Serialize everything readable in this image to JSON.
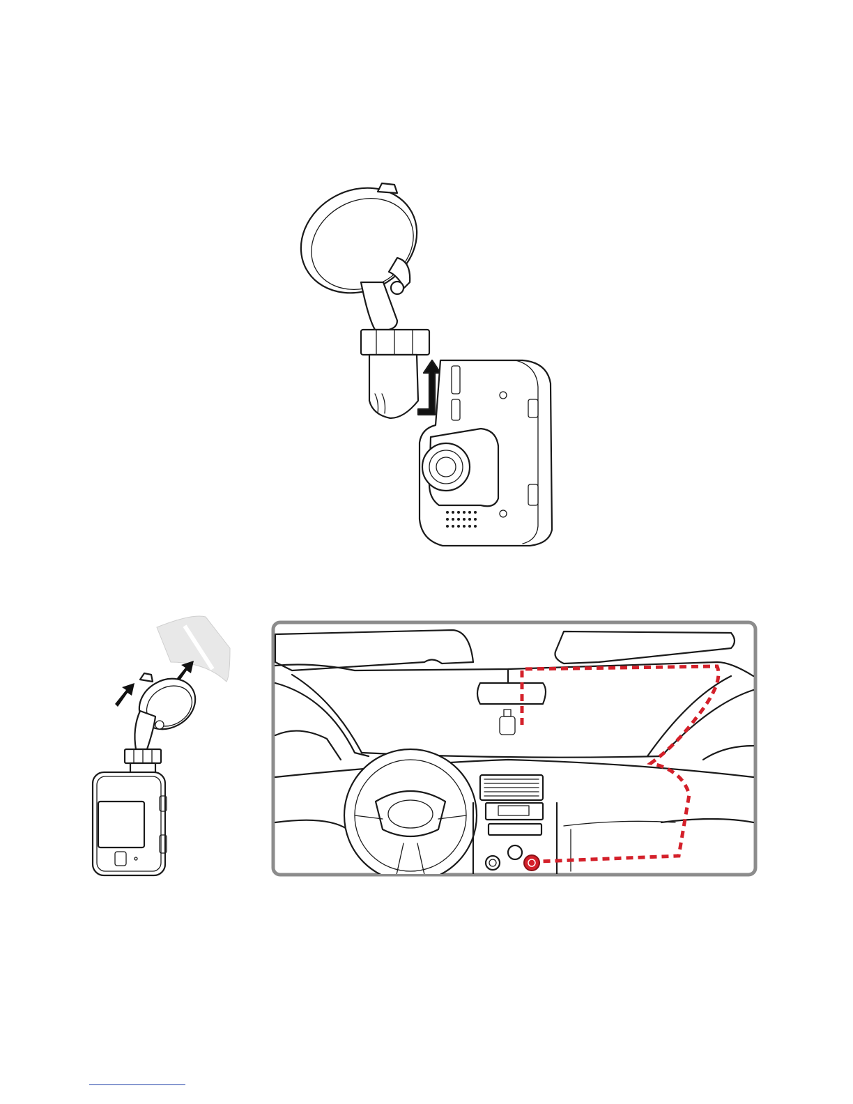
{
  "page": {
    "background": "#ffffff"
  },
  "figures": [
    {
      "name": "camera-attach-to-mount",
      "icon": "arrow-up-icon"
    },
    {
      "name": "mount-press-to-windshield",
      "icon": "arrow-diagonal-icon"
    },
    {
      "name": "cable-routing-in-car"
    }
  ],
  "colors": {
    "line": "#1a1a1a",
    "route": "#d4202a",
    "frame": "#8c8c8c",
    "footer_rule": "#1f3fa8"
  }
}
